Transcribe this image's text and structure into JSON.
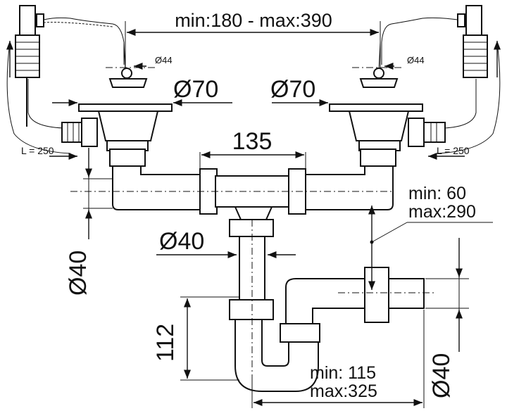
{
  "labels": {
    "top_span": "min:180 - max:390",
    "small_hole_left": "Ø44",
    "small_hole_right": "Ø44",
    "sink_left": "Ø70",
    "sink_right": "Ø70",
    "hose_left": "L = 250",
    "hose_right": "L = 250",
    "center_width": "135",
    "drop_min": "min:  60",
    "drop_max": "max:290",
    "pipe_inner": "Ø40",
    "left_outlet": "Ø40",
    "right_outlet": "Ø40",
    "trap_height": "112",
    "bottom_min": "min: 115",
    "bottom_max": "max:325"
  }
}
